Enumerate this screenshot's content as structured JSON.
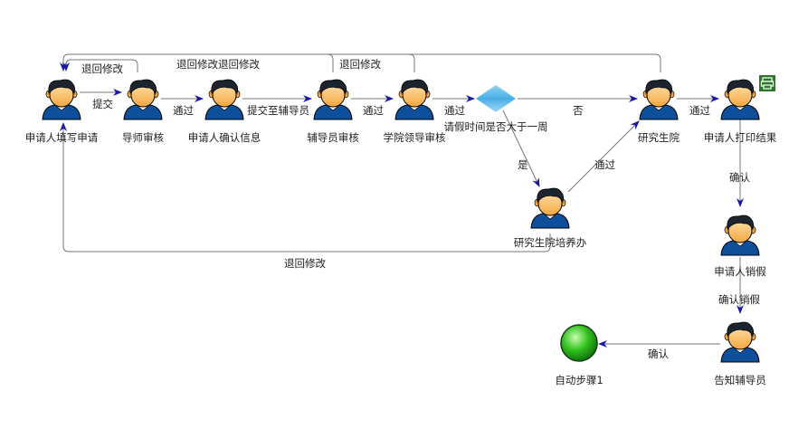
{
  "nodes": {
    "n1": "申请人填写申请",
    "n2": "导师审核",
    "n3": "申请人确认信息",
    "n4": "辅导员审核",
    "n5": "学院领导审核",
    "decision": "请假时间是否大于一周",
    "n6": "研究生院",
    "n7": "申请人打印结果",
    "n8": "研究生院培养办",
    "n9": "申请人销假",
    "n10": "告知辅导员",
    "end": "自动步骤1"
  },
  "edges": {
    "e1": "提交",
    "e2": "通过",
    "e3": "提交至辅导员",
    "e4": "通过",
    "e5": "通过",
    "e6": "否",
    "e7": "是",
    "e8": "通过",
    "e9": "通过",
    "e10": "确认",
    "e11": "确认销假",
    "e12": "确认",
    "r1": "退回修改",
    "r2": "退回修改退回修改",
    "r3": "退回修改",
    "r4": "退回修改"
  },
  "colors": {
    "accent": "#1a1aa0",
    "printer": "#2a7a2a",
    "diamond": "#5bb8ea",
    "end": "#22aa22"
  }
}
